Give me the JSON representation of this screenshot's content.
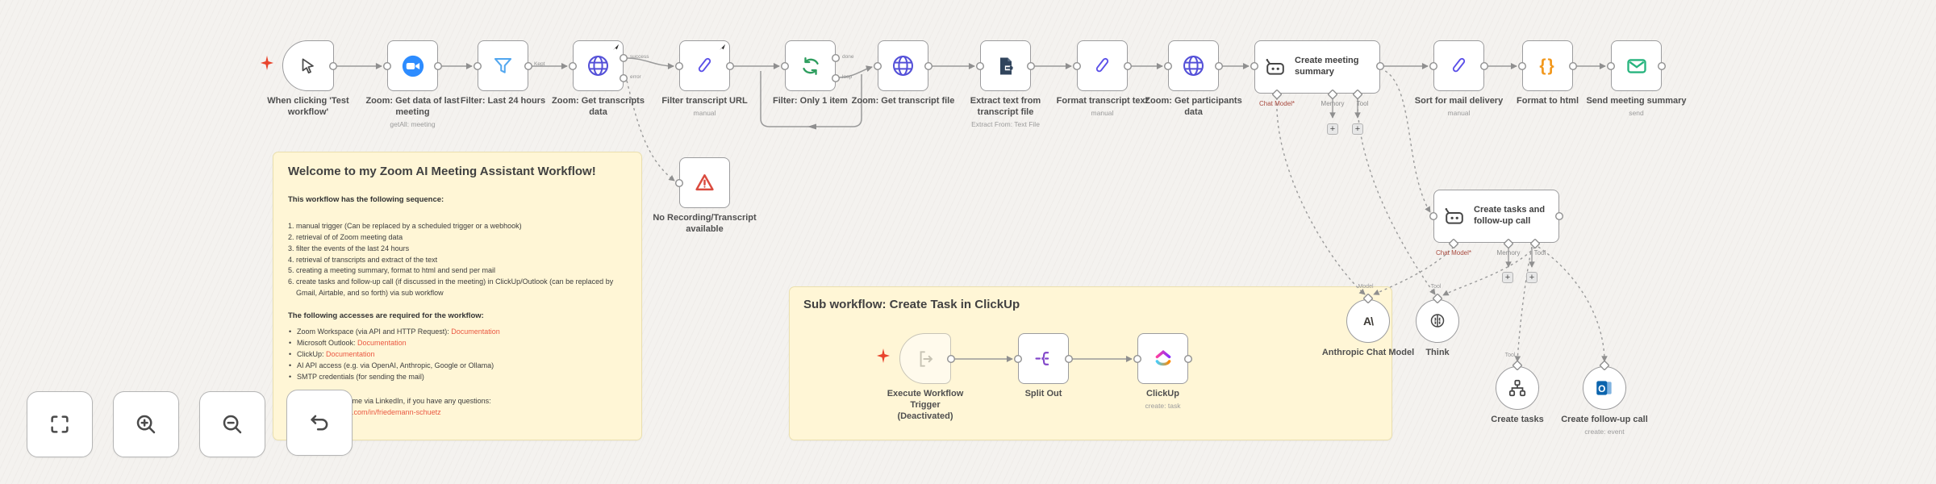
{
  "canvas": {
    "background": "#f4f2ef"
  },
  "colors": {
    "accent_link": "#ea5842",
    "sticky_bg": "#fff6d6",
    "node_border": "#9c9c9e",
    "wire": "#9a9a9a",
    "required_red": "#a84a3f",
    "zoom_blue": "#2D8CFF",
    "loop_green": "#2f9e5f",
    "mail_green": "#27b47e",
    "html_orange": "#f2981d",
    "warning_red": "#da4b3f",
    "pencil_indigo": "#5b50e8",
    "globe_indigo": "#5450d8"
  },
  "ports": {
    "kept": "Kept",
    "success": "success",
    "error": "error",
    "done": "done",
    "loop": "loop",
    "chat_model": "Chat Model*",
    "memory": "Memory",
    "tool": "Tool",
    "model": "Model"
  },
  "nodes": {
    "trigger": {
      "label": "When clicking 'Test workflow'"
    },
    "zoom_get_data": {
      "label": "Zoom: Get data of last meeting",
      "subtitle": "getAll: meeting"
    },
    "filter_24h": {
      "label": "Filter: Last 24 hours"
    },
    "http_transcripts": {
      "label": "Zoom: Get transcripts data"
    },
    "set_filter_url": {
      "label": "Filter transcript URL",
      "subtitle": "manual"
    },
    "loop_once": {
      "label": "Filter: Only 1 item"
    },
    "http_transcript_file": {
      "label": "Zoom: Get transcript file"
    },
    "extract_text": {
      "label": "Extract text from transcript file",
      "subtitle": "Extract From: Text File"
    },
    "format_transcript": {
      "label": "Format transcript text",
      "subtitle": "manual"
    },
    "http_participants": {
      "label": "Zoom: Get participants data"
    },
    "agent_summary": {
      "label": "Create meeting summary"
    },
    "sort_mail": {
      "label": "Sort for mail delivery",
      "subtitle": "manual"
    },
    "format_html": {
      "label": "Format to html",
      "glyph": "{}"
    },
    "send_summary": {
      "label": "Send meeting summary",
      "subtitle": "send"
    },
    "stop_error": {
      "label": "No Recording/Transcript available"
    },
    "agent_tasks": {
      "label": "Create tasks and follow-up call"
    },
    "anthropic": {
      "label": "Anthropic Chat Model",
      "glyph": "A\\"
    },
    "think": {
      "label": "Think"
    },
    "create_tasks": {
      "label": "Create tasks"
    },
    "follow_up": {
      "label": "Create follow-up call",
      "subtitle": "create: event"
    },
    "exec_trigger": {
      "label": "Execute Workflow Trigger",
      "sublabel": "(Deactivated)"
    },
    "split_out": {
      "label": "Split Out"
    },
    "clickup": {
      "label": "ClickUp",
      "subtitle": "create: task"
    }
  },
  "notes": {
    "welcome": {
      "title": "Welcome to my Zoom AI Meeting Assistant Workflow!",
      "sequence_heading": "This workflow has the following sequence:",
      "steps": [
        "1. manual trigger (Can be replaced by a scheduled trigger or a webhook)",
        "2. retrieval of of Zoom meeting data",
        "3. filter the events of the last 24 hours",
        "4. retrieval of transcripts and extract of the text",
        "5. creating a meeting summary, format to html and send per mail",
        "6. create tasks and follow-up call (if discussed in the meeting) in ClickUp/Outlook (can be replaced by Gmail, Airtable, and so forth) via sub workflow"
      ],
      "access_heading": "The following accesses are required for the workflow:",
      "access_items": [
        {
          "text": "Zoom Workspace (via API and HTTP Request):",
          "link": "Documentation"
        },
        {
          "text": "Microsoft Outlook:",
          "link": "Documentation"
        },
        {
          "text": "ClickUp:",
          "link": "Documentation"
        },
        {
          "text": "AI API access (e.g. via OpenAI, Anthropic, Google or Ollama)",
          "link": ""
        },
        {
          "text": "SMTP credentials (for sending the mail)",
          "link": ""
        }
      ],
      "contact_text": "Feel free to contact me via LinkedIn, if you have any questions:",
      "contact_link": "https://www.linkedin.com/in/friedemann-schuetz"
    },
    "subflow": {
      "title": "Sub workflow: Create Task in ClickUp"
    }
  },
  "toolbar": {
    "buttons": [
      "fit-view",
      "zoom-in",
      "zoom-out",
      "undo"
    ]
  }
}
